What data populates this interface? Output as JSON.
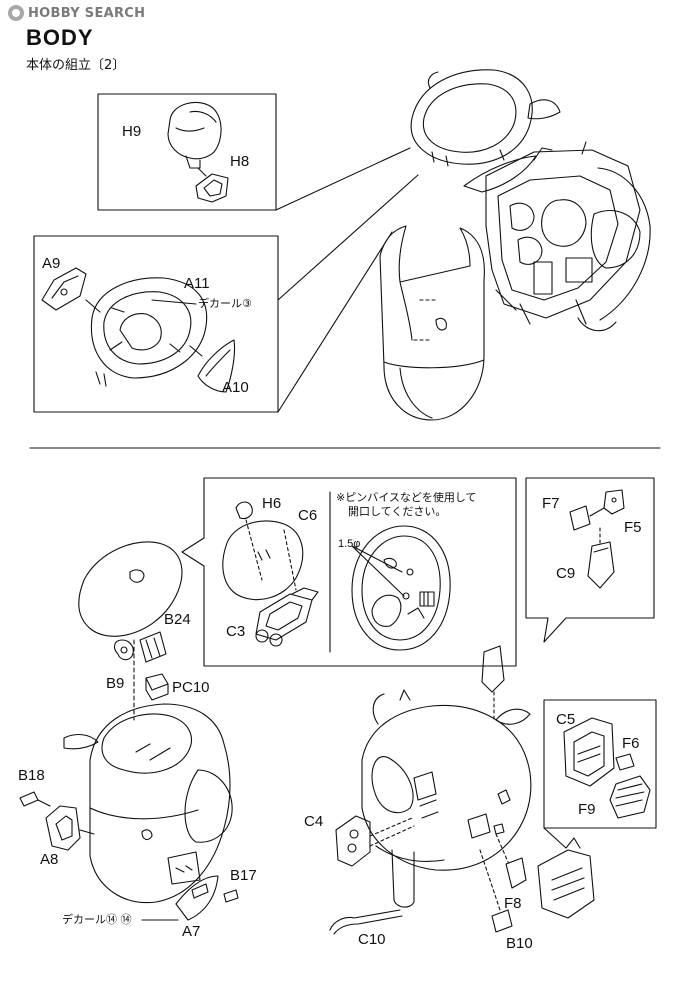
{
  "watermark": {
    "brand": "HOBBY SEARCH",
    "logo_icon": "hobby-search-logo-icon"
  },
  "header": {
    "title": "BODY",
    "subtitle": "本体の組立〔2〕"
  },
  "parts_top": {
    "h9": "H9",
    "h8": "H8",
    "a9": "A9",
    "a11": "A11",
    "a10": "A10",
    "decal3": "デカール③"
  },
  "parts_bottom": {
    "h6": "H6",
    "c6": "C6",
    "c3": "C3",
    "b24": "B24",
    "b9": "B9",
    "pc10": "PC10",
    "b18": "B18",
    "a8": "A8",
    "b17": "B17",
    "a7": "A7",
    "decal14": "デカール⑭ ⑭",
    "f7": "F7",
    "f5": "F5",
    "c9": "C9",
    "c5": "C5",
    "f6": "F6",
    "f9": "F9",
    "c4": "C4",
    "f8": "F8",
    "b10": "B10",
    "c10": "C10"
  },
  "drill_note": {
    "line1": "※ピンバイスなどを使用して",
    "line2": "開口してください。",
    "size": "1.5φ"
  },
  "colors": {
    "ink": "#111111",
    "watermark": "#7a7a7a",
    "paper": "#ffffff"
  }
}
